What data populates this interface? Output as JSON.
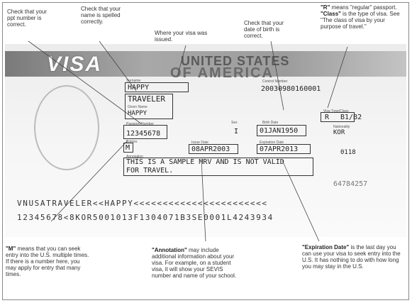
{
  "annotations": {
    "ppt_number": "Check that your ppt number is correct.",
    "name_spelled": "Check that your name is spelled correctly.",
    "issued": "Where your visa was issued.",
    "birth": "Check that your date of birth is correct.",
    "class_bold1": "\"R\"",
    "class_p1": " means \"regular\" passport. ",
    "class_bold2": "\"Class\"",
    "class_p2": " is the type of visa. See \"The class of visa by your purpose of travel.\"",
    "entries_bold": "\"M\"",
    "entries_rest": " means that you can seek entry into the U.S. multiple times. If there is a number here, you may apply for entry that many times.",
    "annotation_bold": "\"Annotation\"",
    "annotation_rest": " may include additional information about your visa. For example, on a student visa, it will show your SEVIS number and name of your school.",
    "expiration_bold": "\"Expiration Date\"",
    "expiration_rest": " is the last day you can use your visa to seek entry into the U.S. It has nothing to do with how long you may stay in the U.S."
  },
  "visa": {
    "banner": "VISA",
    "header_line1": "UNITED STATES",
    "header_line2": "OF AMERICA",
    "surname_label": "Surname",
    "surname": "HAPPY",
    "given_label": "Given Name",
    "given": "TRAVELER",
    "given2": "HAPPY",
    "passport_label": "Passport Number",
    "passport": "12345678",
    "control_label": "Control Number",
    "control": "20030980160001",
    "sex_label": "Sex",
    "sex": "I",
    "birth_label": "Birth Date",
    "birth": "01JAN1950",
    "type_label": "Visa Type/Class",
    "type_r": "R",
    "type_class": "B1/B2",
    "nationality_label": "Nationality",
    "nationality": "KOR",
    "entries_label": "Entries",
    "entries": "M",
    "issue_label": "Issue Date",
    "issue": "08APR2003",
    "exp_label": "Expiration Date",
    "exp": "07APR2013",
    "annotation_label": "Annotation",
    "annotation_line1": "THIS IS A SAMPLE MRV AND IS NOT VALID",
    "annotation_line2": "FOR TRAVEL.",
    "small_right": "0118",
    "serial": "64784257",
    "mrz1": "VNUSATRAVELER<<HAPPY<<<<<<<<<<<<<<<<<<<<<<<",
    "mrz2": "12345678<8KOR5001013F1304071B3SE0001L4243934"
  }
}
